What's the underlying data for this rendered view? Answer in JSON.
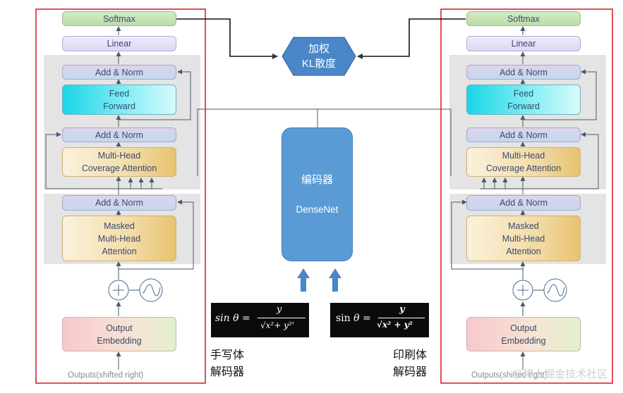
{
  "decoder": {
    "softmax": "Softmax",
    "linear": "Linear",
    "add_norm": "Add & Norm",
    "feed_forward": "Feed\nForward",
    "coverage_attention": "Multi-Head\nCoverage Attention",
    "masked_attention": "Masked\nMulti-Head\nAttention",
    "output_embedding": "Output\nEmbedding",
    "outputs_label": "Outputs(shifted right)"
  },
  "fusion": {
    "label": "加权\nKL散度"
  },
  "encoder": {
    "title": "编码器",
    "name": "DenseNet"
  },
  "formulas": {
    "handwritten_text": "sin θ = y / √(x² + y²)",
    "printed_text": "sin θ = y / √(x² + y²)"
  },
  "captions": {
    "left": "手写体\n解码器",
    "right": "印刷体\n解码器"
  },
  "watermark": "@稀土掘金技术社区",
  "colors": {
    "panel_border": "#d9262c",
    "arrow_blue": "#4a86c8",
    "encoder_fill": "#5b9bd5",
    "fusion_fill": "#4a86c8"
  }
}
